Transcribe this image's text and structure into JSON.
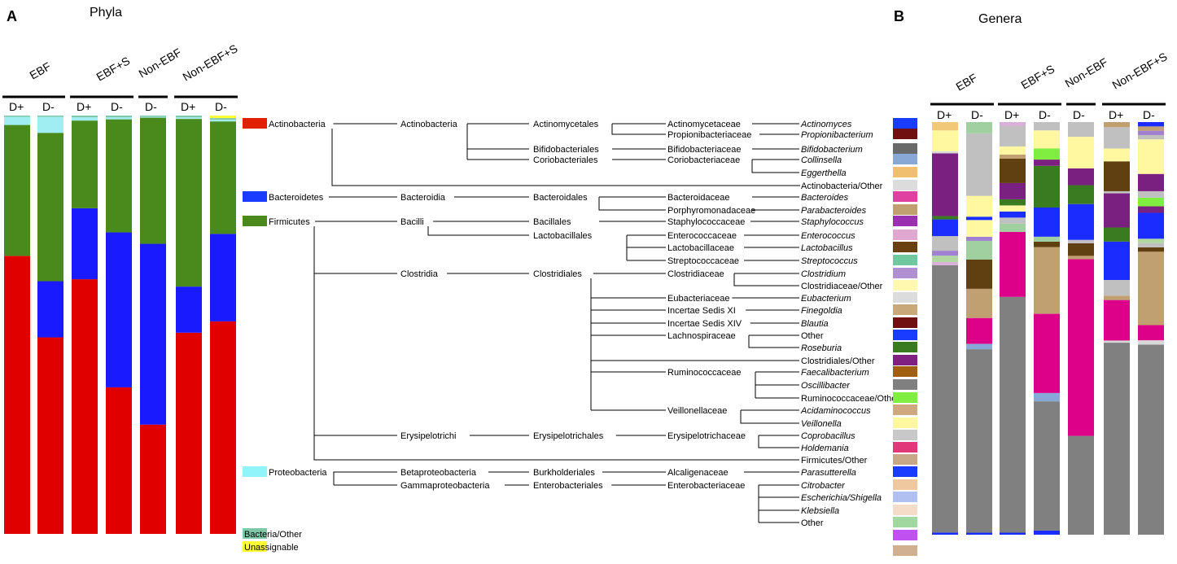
{
  "panels": {
    "a_letter": "A",
    "a_title": "Phyla",
    "b_letter": "B",
    "b_title": "Genera"
  },
  "chart_data": [
    {
      "type": "bar",
      "stacked": true,
      "title": "Phyla",
      "ylim": [
        0,
        100
      ],
      "groups": [
        {
          "label": "EBF",
          "conditions": [
            "D+",
            "D-"
          ]
        },
        {
          "label": "EBF+S",
          "conditions": [
            "D+",
            "D-"
          ]
        },
        {
          "label": "Non-EBF",
          "conditions": [
            "D-"
          ]
        },
        {
          "label": "Non-EBF+S",
          "conditions": [
            "D+",
            "D-"
          ]
        }
      ],
      "categories": [
        "EBF D+",
        "EBF D-",
        "EBF+S D+",
        "EBF+S D-",
        "Non-EBF D-",
        "Non-EBF+S D+",
        "Non-EBF+S D-"
      ],
      "series": [
        {
          "name": "Actinobacteria",
          "color": "#e00000",
          "values": [
            68,
            49,
            61,
            35,
            26,
            48,
            51
          ]
        },
        {
          "name": "Bacteroidetes",
          "color": "#1a1aff",
          "values": [
            0,
            14,
            17,
            37,
            43,
            11,
            21
          ]
        },
        {
          "name": "Firmicutes",
          "color": "#4a8a1c",
          "values": [
            32,
            37,
            21,
            27,
            30,
            40,
            27
          ]
        },
        {
          "name": "Proteobacteria",
          "color": "#a0eef2",
          "values": [
            2,
            4,
            0.8,
            0.5,
            0.2,
            0.4,
            0.4
          ]
        },
        {
          "name": "Bacteria/Other",
          "color": "#80c8a8",
          "values": [
            0.3,
            0.3,
            0.4,
            0.4,
            0.3,
            0.4,
            0.4
          ]
        },
        {
          "name": "Unassignable",
          "color": "#ffff33",
          "values": [
            0,
            0,
            0,
            0,
            0,
            0,
            0.6
          ]
        }
      ]
    },
    {
      "type": "bar",
      "stacked": true,
      "title": "Genera",
      "ylim": [
        0,
        100
      ],
      "groups": [
        {
          "label": "EBF",
          "conditions": [
            "D+",
            "D-"
          ]
        },
        {
          "label": "EBF+S",
          "conditions": [
            "D+",
            "D-"
          ]
        },
        {
          "label": "Non-EBF",
          "conditions": [
            "D-"
          ]
        },
        {
          "label": "Non-EBF+S",
          "conditions": [
            "D+",
            "D-"
          ]
        }
      ],
      "categories": [
        "EBF D+",
        "EBF D-",
        "EBF+S D+",
        "EBF+S D-",
        "Non-EBF D-",
        "Non-EBF+S D+",
        "Non-EBF+S D-"
      ],
      "segments_bottom_to_top": [
        [
          [
            "#1a2cff",
            0.5
          ],
          [
            "#808080",
            64
          ],
          [
            "#d8b0d8",
            0.8
          ],
          [
            "#b0d8a0",
            1.5
          ],
          [
            "#a080d0",
            1.2
          ],
          [
            "#c0c0c0",
            3.5
          ],
          [
            "#1a2cff",
            4
          ],
          [
            "#3a7a20",
            0.8
          ],
          [
            "#7a2080",
            15
          ],
          [
            "#d8d8d8",
            0.5
          ],
          [
            "#fff8a0",
            5
          ],
          [
            "#f0c878",
            2
          ]
        ],
        [
          [
            "#1a2cff",
            0.5
          ],
          [
            "#808080",
            44
          ],
          [
            "#88a8d8",
            1.3
          ],
          [
            "#dd0088",
            6.2
          ],
          [
            "#c0a070",
            7
          ],
          [
            "#604010",
            7
          ],
          [
            "#a0d0a0",
            4.5
          ],
          [
            "#a080d0",
            1
          ],
          [
            "#fff8a0",
            4
          ],
          [
            "#1a2cff",
            0.8
          ],
          [
            "#fff8a0",
            5
          ],
          [
            "#c0c0c0",
            15
          ],
          [
            "#a0d0a0",
            2.7
          ]
        ],
        [
          [
            "#1a2cff",
            0.5
          ],
          [
            "#808080",
            58
          ],
          [
            "#dd0088",
            16
          ],
          [
            "#a0d0a0",
            2
          ],
          [
            "#c0c0c0",
            1.5
          ],
          [
            "#1a2cff",
            1.5
          ],
          [
            "#fff8a0",
            1.5
          ],
          [
            "#3a7a20",
            1.5
          ],
          [
            "#7a2080",
            4
          ],
          [
            "#604010",
            6
          ],
          [
            "#c0a070",
            1
          ],
          [
            "#fff8a0",
            2
          ],
          [
            "#c0c0c0",
            5
          ],
          [
            "#d8b0d8",
            1
          ]
        ],
        [
          [
            "#1a2cff",
            1
          ],
          [
            "#808080",
            31
          ],
          [
            "#88a8d8",
            2
          ],
          [
            "#dd0088",
            19
          ],
          [
            "#c0a070",
            16
          ],
          [
            "#604010",
            1.3
          ],
          [
            "#a0d0a0",
            1.2
          ],
          [
            "#1a2cff",
            7
          ],
          [
            "#3a7a20",
            10
          ],
          [
            "#7a2080",
            1.5
          ],
          [
            "#80ee40",
            2.7
          ],
          [
            "#fff8a0",
            4.3
          ],
          [
            "#c0c0c0",
            2
          ]
        ],
        [
          [
            "#808080",
            23.5
          ],
          [
            "#dd0088",
            42
          ],
          [
            "#c0a070",
            0.8
          ],
          [
            "#604010",
            3
          ],
          [
            "#c0c0c0",
            0.8
          ],
          [
            "#1a2cff",
            8.5
          ],
          [
            "#3a7a20",
            4.5
          ],
          [
            "#7a2080",
            4
          ],
          [
            "#fff8a0",
            7.5
          ],
          [
            "#c0c0c0",
            3.5
          ]
        ],
        [
          [
            "#808080",
            45
          ],
          [
            "#d8d8d8",
            0.5
          ],
          [
            "#dd0088",
            9.5
          ],
          [
            "#c0a070",
            1
          ],
          [
            "#c0c0c0",
            3.7
          ],
          [
            "#1a2cff",
            9
          ],
          [
            "#3a7a20",
            3.3
          ],
          [
            "#7a2080",
            8
          ],
          [
            "#c0c0c0",
            0.5
          ],
          [
            "#604010",
            7
          ],
          [
            "#fff8a0",
            3
          ],
          [
            "#c0c0c0",
            5
          ],
          [
            "#c0a070",
            1.2
          ]
        ],
        [
          [
            "#808080",
            44
          ],
          [
            "#d8d8d8",
            1
          ],
          [
            "#dd0088",
            3.5
          ],
          [
            "#c0a070",
            17
          ],
          [
            "#604010",
            1
          ],
          [
            "#c0c0c0",
            1
          ],
          [
            "#b0d8a0",
            1
          ],
          [
            "#1a2cff",
            6
          ],
          [
            "#7a2080",
            1.5
          ],
          [
            "#80ee40",
            2
          ],
          [
            "#c0c0c0",
            1.5
          ],
          [
            "#7a2080",
            4
          ],
          [
            "#fff8a0",
            8
          ],
          [
            "#c0c0c0",
            1
          ],
          [
            "#a080d0",
            1
          ],
          [
            "#c0a070",
            1
          ],
          [
            "#1a2cff",
            1
          ]
        ]
      ]
    }
  ],
  "tree": {
    "phyla": [
      {
        "label": "Actinobacteria",
        "color": "#e02000"
      },
      {
        "label": "Bacteroidetes",
        "color": "#1a3cff"
      },
      {
        "label": "Firmicutes",
        "color": "#4a8a1c"
      },
      {
        "label": "Proteobacteria",
        "color": "#90f4fa"
      },
      {
        "label": "Bacteria/Other",
        "color": "#80c8a8"
      },
      {
        "label": "Unassignable",
        "color": "#ffff33"
      }
    ],
    "classes": [
      "Actinobacteria",
      "Bacteroidia",
      "Bacilli",
      "Clostridia",
      "Erysipelotrichi",
      "Betaproteobacteria",
      "Gammaproteobacteria"
    ],
    "orders": [
      "Actinomycetales",
      "Bifidobacteriales",
      "Coriobacteriales",
      "Bacteroidales",
      "Bacillales",
      "Lactobacillales",
      "Clostridiales",
      "Erysipelotrichales",
      "Burkholderiales",
      "Enterobacteriales"
    ],
    "families": [
      "Actinomycetaceae",
      "Propionibacteriaceae",
      "Bifidobacteriaceae",
      "Coriobacteriaceae",
      "Bacteroidaceae",
      "Porphyromonadaceae",
      "Staphylococcaceae",
      "Enterococcaceae",
      "Lactobacillaceae",
      "Streptococcaceae",
      "Clostridiaceae",
      "Eubacteriaceae",
      "Incertae Sedis XI",
      "Incertae Sedis XIV",
      "Lachnospiraceae",
      "Ruminococcaceae",
      "Veillonellaceae",
      "Erysipelotrichaceae",
      "Alcaligenaceae",
      "Enterobacteriaceae"
    ],
    "genera": [
      {
        "label": "Actinomyces",
        "italic": true,
        "color": "#1a3cff"
      },
      {
        "label": "Propionibacterium",
        "italic": true,
        "color": "#701010"
      },
      {
        "label": "Bifidobacterium",
        "italic": true,
        "color": "#6a6a6a"
      },
      {
        "label": "Collinsella",
        "italic": true,
        "color": "#88a8d8"
      },
      {
        "label": "Eggerthella",
        "italic": true,
        "color": "#f0c070"
      },
      {
        "label": "Actinobacteria/Other",
        "italic": false,
        "color": "#dcdcdc"
      },
      {
        "label": "Bacteroides",
        "italic": true,
        "color": "#e040a0"
      },
      {
        "label": "Parabacteroides",
        "italic": true,
        "color": "#c0a070"
      },
      {
        "label": "Staphylococcus",
        "italic": true,
        "color": "#9a30b0"
      },
      {
        "label": "Enterococcus",
        "italic": true,
        "color": "#e0a8d0"
      },
      {
        "label": "Lactobacillus",
        "italic": true,
        "color": "#6a4010"
      },
      {
        "label": "Streptococcus",
        "italic": true,
        "color": "#70c8a0"
      },
      {
        "label": "Clostridium",
        "italic": true,
        "color": "#b090d0"
      },
      {
        "label": "Clostridiaceae/Other",
        "italic": false,
        "color": "#fff8b0"
      },
      {
        "label": "Eubacterium",
        "italic": true,
        "color": "#dcdcdc"
      },
      {
        "label": "Finegoldia",
        "italic": true,
        "color": "#c8a878"
      },
      {
        "label": "Blautia",
        "italic": true,
        "color": "#701010"
      },
      {
        "label": "Other",
        "italic": false,
        "color": "#1a3cff"
      },
      {
        "label": "Roseburia",
        "italic": true,
        "color": "#3a7a20"
      },
      {
        "label": "Clostridiales/Other",
        "italic": false,
        "color": "#802080"
      },
      {
        "label": "Faecalibacterium",
        "italic": true,
        "color": "#a06010"
      },
      {
        "label": "Oscillibacter",
        "italic": true,
        "color": "#808080"
      },
      {
        "label": "Ruminococcaceae/Other",
        "italic": false,
        "color": "#80ee40"
      },
      {
        "label": "Acidaminococcus",
        "italic": true,
        "color": "#d0a880"
      },
      {
        "label": "Veillonella",
        "italic": true,
        "color": "#fff8a0"
      },
      {
        "label": "Coprobacillus",
        "italic": true,
        "color": "#c8c8c8"
      },
      {
        "label": "Holdemania",
        "italic": true,
        "color": "#e03878"
      },
      {
        "label": "Firmicutes/Other",
        "italic": false,
        "color": "#c8a888"
      },
      {
        "label": "Parasutterella",
        "italic": true,
        "color": "#1a3cff"
      },
      {
        "label": "Citrobacter",
        "italic": true,
        "color": "#f0c8a0"
      },
      {
        "label": "Escherichia/Shigella",
        "italic": true,
        "color": "#b0c0f0"
      },
      {
        "label": "Klebsiella",
        "italic": true,
        "color": "#f4dcc8"
      },
      {
        "label": "Other",
        "italic": false,
        "color": "#a0d8a0"
      }
    ],
    "extra_swatches": [
      "#c050f0",
      "#d0b090"
    ]
  }
}
